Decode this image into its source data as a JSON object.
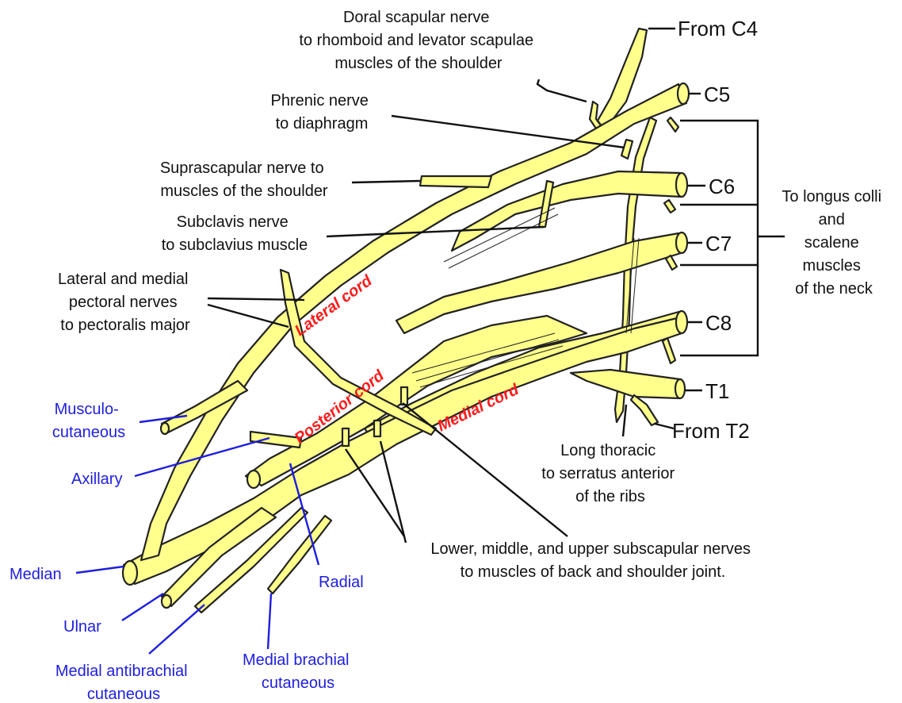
{
  "roots": {
    "from_c4": "From C4",
    "c5": "C5",
    "c6": "C6",
    "c7": "C7",
    "c8": "C8",
    "t1": "T1",
    "from_t2": "From T2"
  },
  "cords": {
    "lateral": "Lateral cord",
    "posterior": "Posterior cord",
    "medial": "Medial cord"
  },
  "labels": {
    "dorsal_scapular": [
      "Doral scapular nerve",
      "to rhomboid and levator scapulae",
      "muscles of the shoulder"
    ],
    "phrenic": [
      "Phrenic nerve",
      "to diaphragm"
    ],
    "suprascapular": [
      "Suprascapular nerve to",
      "muscles of the shoulder"
    ],
    "subclavius": [
      "Subclavis nerve",
      "to subclavius muscle"
    ],
    "pectoral": [
      "Lateral and medial",
      "pectoral nerves",
      "to pectoralis major"
    ],
    "longus_colli": [
      "To longus colli",
      "and",
      "scalene",
      "muscles",
      "of the neck"
    ],
    "long_thoracic": [
      "Long thoracic",
      "to serratus anterior",
      "of the ribs"
    ],
    "subscapular": [
      "Lower, middle, and upper subscapular nerves",
      "to muscles of back and shoulder joint."
    ]
  },
  "terminal_branches": {
    "musculocutaneous": [
      "Musculo-",
      "cutaneous"
    ],
    "axillary": "Axillary",
    "radial": "Radial",
    "median": "Median",
    "ulnar": "Ulnar",
    "medial_antibrachial": [
      "Medial antibrachial",
      "cutaneous"
    ],
    "medial_brachial": [
      "Medial brachial",
      "cutaneous"
    ]
  },
  "colors": {
    "nerve_fill": "#ffff8c",
    "cord_label": "#ff1a1a",
    "branch_label": "#1e1ee0",
    "text": "#111111"
  }
}
